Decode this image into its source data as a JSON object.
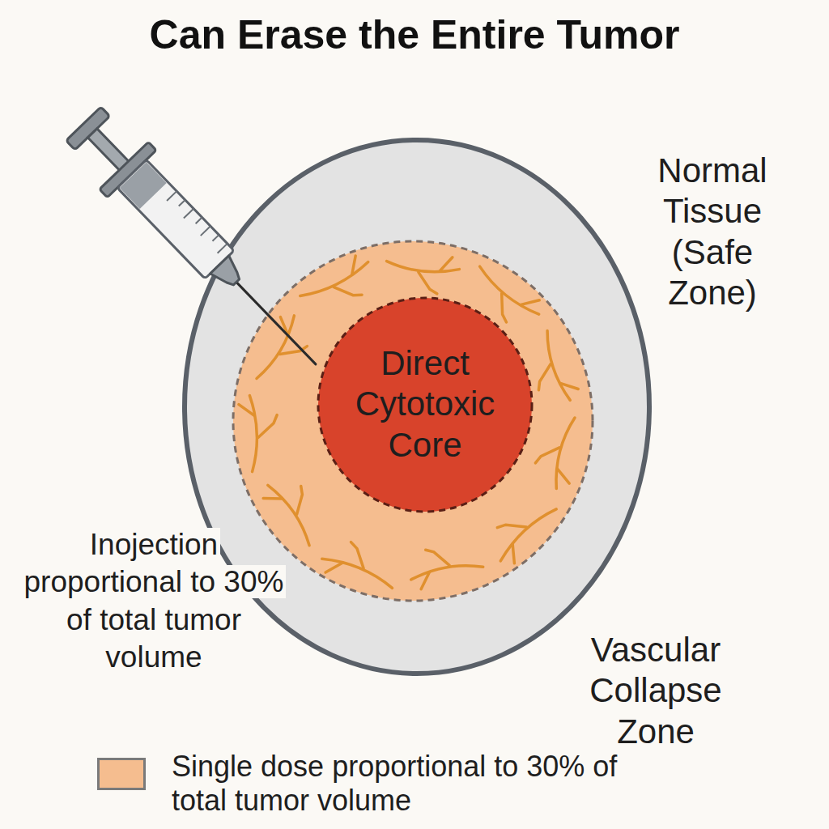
{
  "diagram": {
    "title": "Can Erase the Entire Tumor",
    "nodes": [
      {
        "text": [
          "Normal Tissue (Safe Zone)"
        ]
      },
      {
        "text": [
          "Vascular Collapse Zone"
        ],
        "in": 0
      },
      {
        "text": [
          "Direct Cytotoxic Core"
        ],
        "in": 1
      }
    ],
    "labels": [
      "Inojection proportional to 30% of total tumor volume"
    ],
    "legend": [
      {
        "text": "Single dose proportional to 30% of total tumor volume",
        "color": "#f5bd8f"
      }
    ]
  }
}
